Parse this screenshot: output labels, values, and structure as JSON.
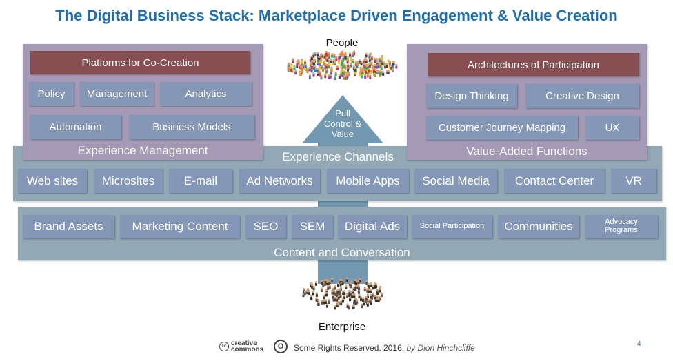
{
  "title": "The Digital Business Stack: Marketplace Driven Engagement & Value Creation",
  "people_label": "People",
  "enterprise_label": "Enterprise",
  "arrow_text": [
    "Pull",
    "Control &",
    "Value"
  ],
  "experience_management": {
    "header": "Platforms for Co-Creation",
    "items": [
      "Policy",
      "Management",
      "Analytics",
      "Automation",
      "Business Models"
    ],
    "label": "Experience Management"
  },
  "value_added": {
    "header": "Architectures of Participation",
    "items": [
      "Design Thinking",
      "Creative Design",
      "Customer Journey Mapping",
      "UX"
    ],
    "label": "Value-Added Functions"
  },
  "experience_channels": {
    "label": "Experience Channels",
    "items": [
      "Web sites",
      "Microsites",
      "E-mail",
      "Ad Networks",
      "Mobile Apps",
      "Social Media",
      "Contact Center",
      "VR"
    ]
  },
  "content": {
    "label": "Content and Conversation",
    "items": [
      "Brand Assets",
      "Marketing Content",
      "SEO",
      "SEM",
      "Digital Ads",
      "Social Participation",
      "Communities",
      "Advocacy Programs"
    ]
  },
  "footer": {
    "cc_logo": "creative commons",
    "rights": "Some Rights Reserved. 2016.",
    "author": "by Dion Hinchcliffe",
    "page": "4"
  },
  "colors": {
    "title": "#1f6fb0",
    "purple": "#a49ab6",
    "maroon": "#874f52",
    "box": "#8597b7",
    "band": "#93a8b5",
    "arrow": "#7298b2"
  }
}
